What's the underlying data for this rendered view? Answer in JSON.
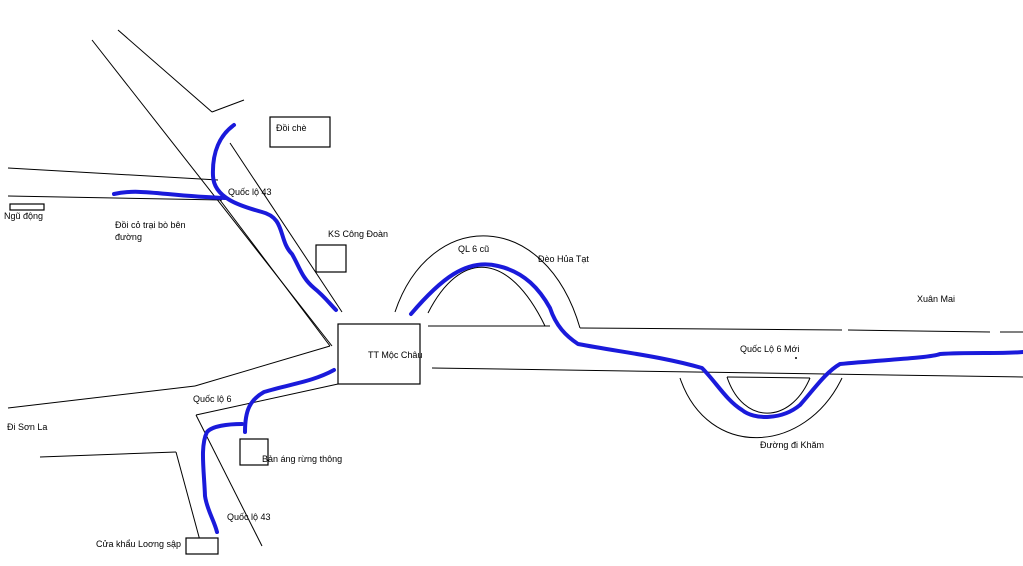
{
  "colors": {
    "route": "#1a1adb",
    "road": "#000000",
    "background": "#ffffff"
  },
  "labels": {
    "doi_che": "Đồi chè",
    "quoc_lo_43_north": "Quốc lộ 43",
    "ngu_dong": "Ngũ động",
    "doi_co": "Đồi cỏ trại bò bên",
    "doi_co_2": "đường",
    "ks_cong_doan": "KS Công Đoàn",
    "ql6_cu": "QL 6 cũ",
    "deo_hua_tat": "Đèo Hủa Tạt",
    "xuan_mai": "Xuân Mai",
    "tt_moc_chau": "TT Mộc Châu",
    "quoc_lo_6_moi": "Quốc Lộ 6 Mới",
    "quoc_lo_6": "Quốc lộ 6",
    "di_son_la": "Đi Sơn La",
    "ban_ang": "Bản áng rừng thông",
    "duong_di_kham": "Đường đi Khăm",
    "quoc_lo_43_south": "Quốc lộ 43",
    "cua_khau": "Cửa khẩu Loơng sập"
  }
}
